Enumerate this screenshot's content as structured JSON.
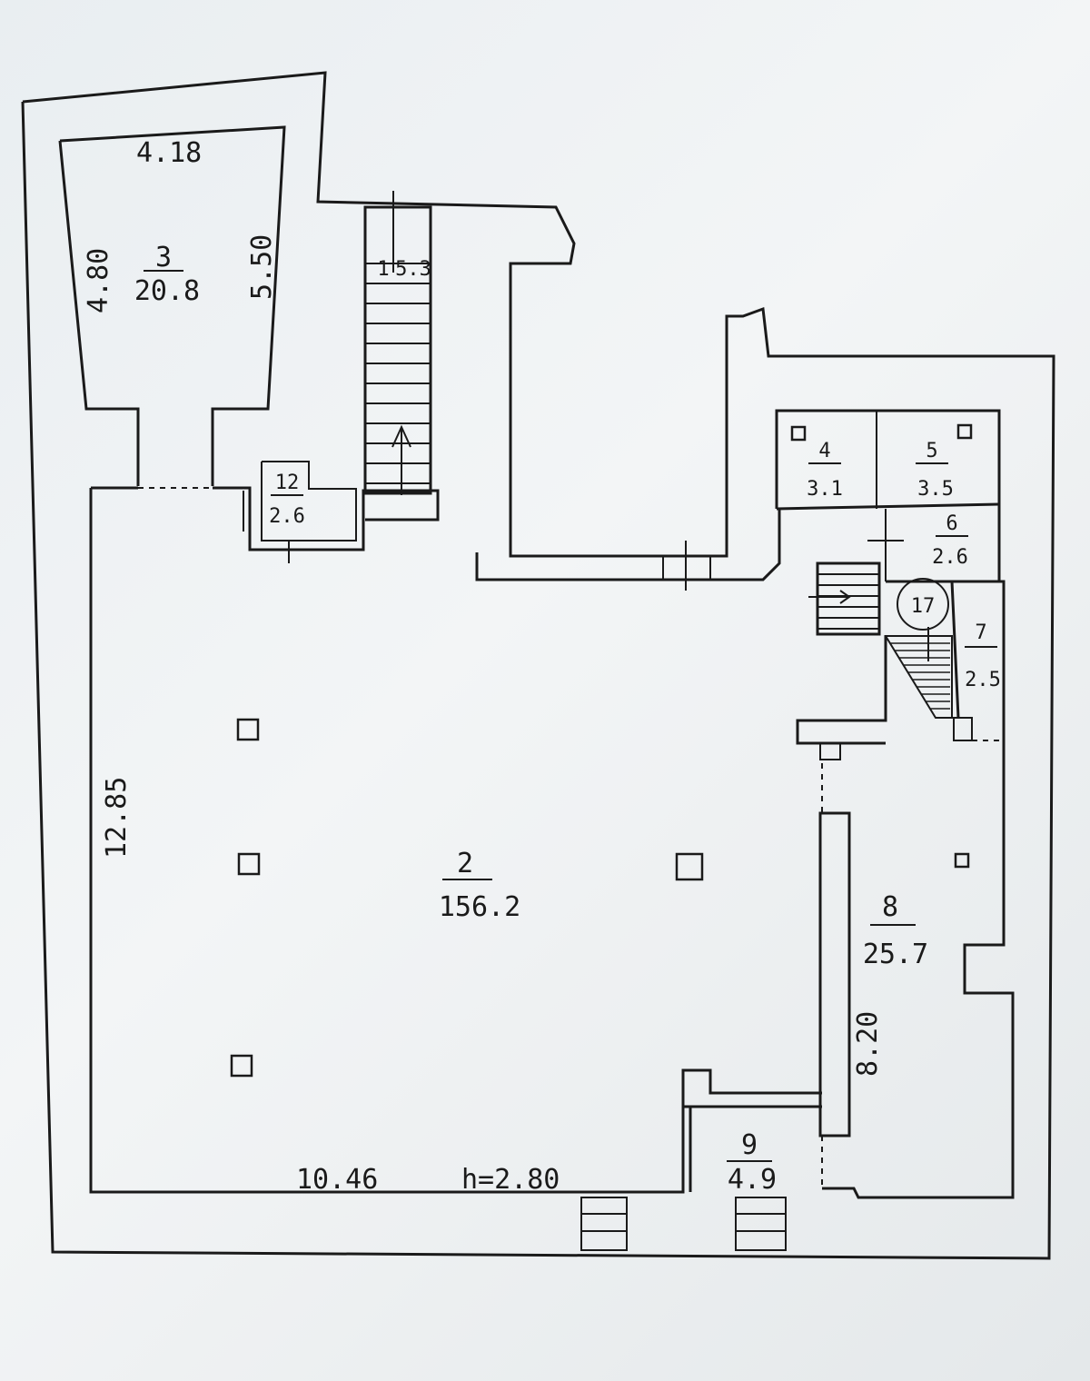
{
  "rooms": [
    {
      "id": "r3",
      "number": "3",
      "area": "20.8"
    },
    {
      "id": "r1",
      "number": "1",
      "area": "5.3"
    },
    {
      "id": "r12",
      "number": "12",
      "area": "2.6"
    },
    {
      "id": "r4",
      "number": "4",
      "area": "3.1"
    },
    {
      "id": "r5",
      "number": "5",
      "area": "3.5"
    },
    {
      "id": "r6",
      "number": "6",
      "area": "2.6"
    },
    {
      "id": "r7",
      "number": "7",
      "area": "2.5"
    },
    {
      "id": "r2",
      "number": "2",
      "area": "156.2"
    },
    {
      "id": "r8",
      "number": "8",
      "area": "25.7"
    },
    {
      "id": "r9",
      "number": "9",
      "area": "4.9"
    }
  ],
  "dimensions": {
    "room3_top": "4.18",
    "room3_left": "4.80",
    "room3_right": "5.50",
    "main_left": "12.85",
    "main_bottom": "10.46",
    "ceiling_height": "h=2.80",
    "room8_partition": "8.20"
  },
  "marker": "17"
}
